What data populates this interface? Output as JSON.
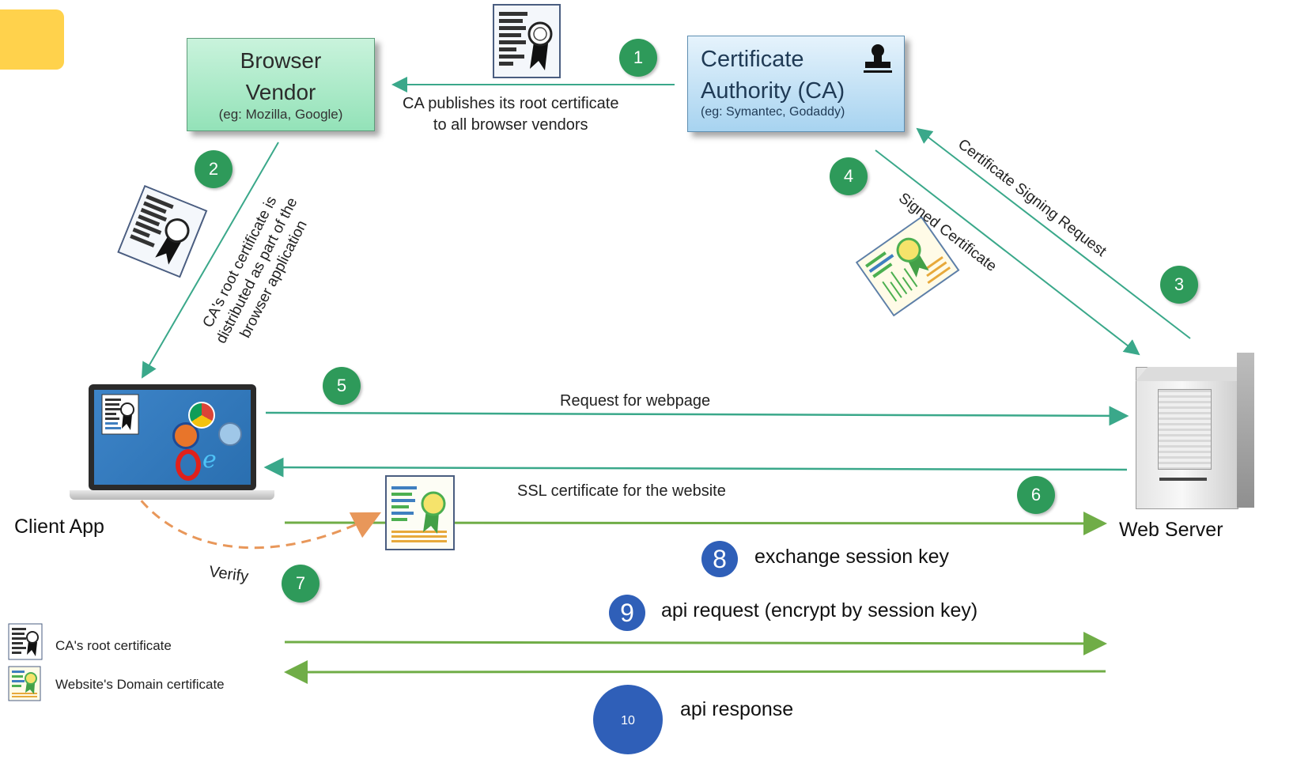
{
  "nodes": {
    "browser_vendor": {
      "title": "Browser\nVendor",
      "subtitle": "(eg: Mozilla, Google)"
    },
    "certificate_authority": {
      "title": "Certificate\nAuthority (CA)",
      "subtitle": "(eg: Symantec, Godaddy)"
    },
    "client_app": {
      "label": "Client App"
    },
    "web_server": {
      "label": "Web Server"
    }
  },
  "steps": {
    "s1": {
      "number": "1",
      "text": "CA publishes its root certificate\nto all browser vendors"
    },
    "s2": {
      "number": "2",
      "text": "CA's root certificate is\ndistributed as part of the\nbrowser application"
    },
    "s3": {
      "number": "3",
      "text": "Certificate Signing Request"
    },
    "s4": {
      "number": "4",
      "text": "Signed Certificate"
    },
    "s5": {
      "number": "5",
      "text": "Request for webpage"
    },
    "s6": {
      "number": "6",
      "text": "SSL certificate for the website"
    },
    "s7": {
      "number": "7",
      "text": "Verify"
    },
    "s8": {
      "number": "8",
      "text": "exchange session key"
    },
    "s9": {
      "number": "9",
      "text": "api request (encrypt by session key)"
    },
    "s10": {
      "number": "10",
      "text": "api response"
    }
  },
  "legend": {
    "root_cert": "CA's root certificate",
    "domain_cert": "Website's Domain certificate"
  },
  "colors": {
    "teal_line": "#3aa88a",
    "green_arrow": "#70ad47",
    "step_circle": "#2e9a5a",
    "blue_circle": "#2f5fb8",
    "verify_dash": "#e8975a",
    "corner_tab": "#ffd24c"
  }
}
